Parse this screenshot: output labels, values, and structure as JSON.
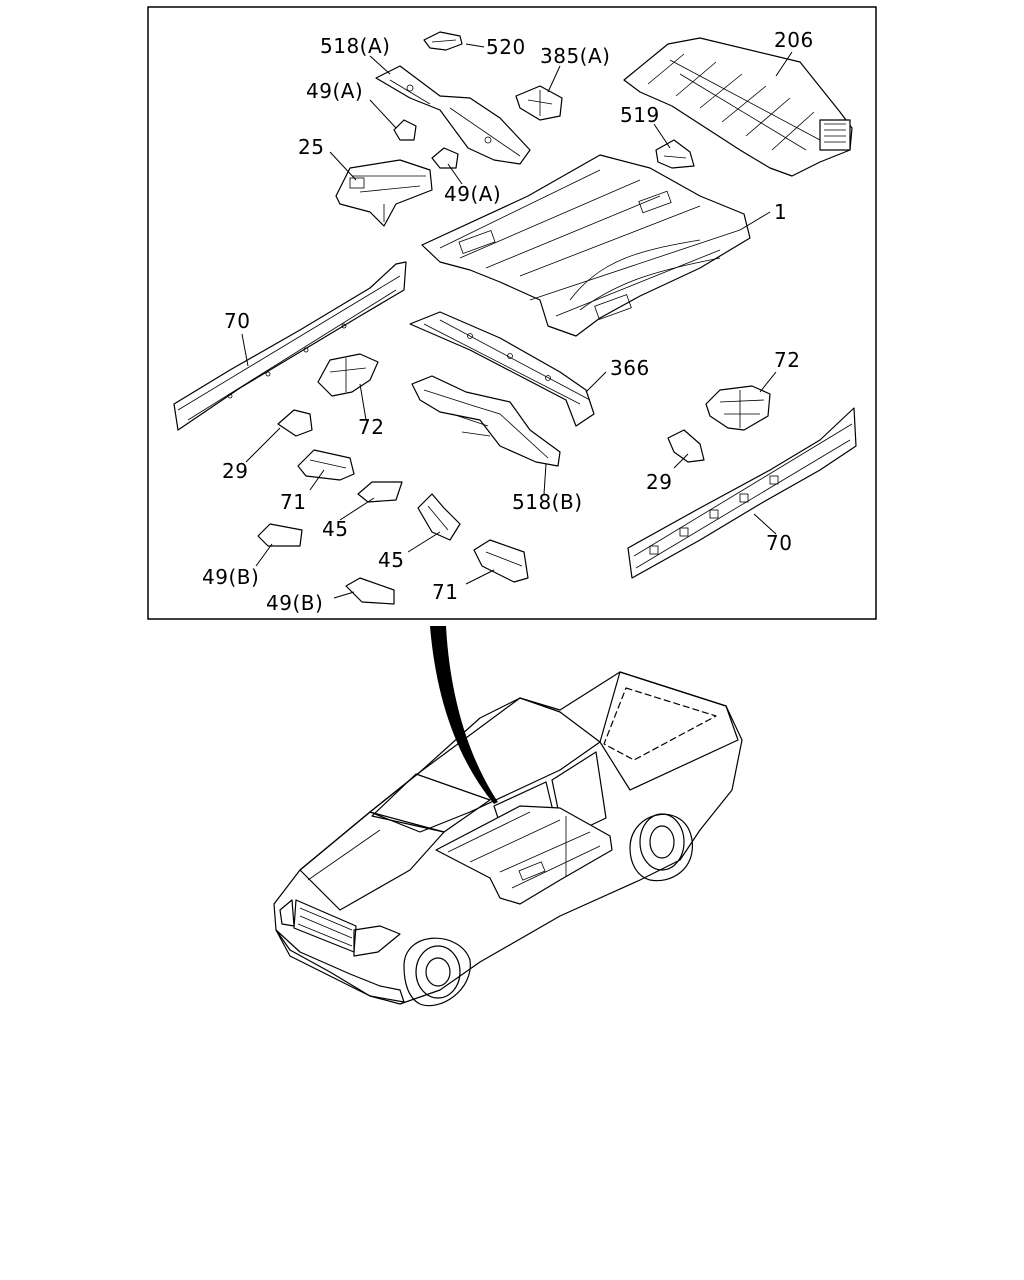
{
  "callouts": {
    "c518a": "518(A)",
    "c520": "520",
    "c385a": "385(A)",
    "c206": "206",
    "c49a_top": "49(A)",
    "c519": "519",
    "c25": "25",
    "c49a_mid": "49(A)",
    "c1": "1",
    "c70_left": "70",
    "c366": "366",
    "c72_left": "72",
    "c72_right": "72",
    "c29_left": "29",
    "c29_right": "29",
    "c71_left": "71",
    "c518b": "518(B)",
    "c45_left": "45",
    "c45_mid": "45",
    "c70_right": "70",
    "c49b_left": "49(B)",
    "c71_mid": "71",
    "c49b_bottom": "49(B)"
  },
  "icons": {
    "vehicle": "pickup-truck-icon",
    "pointer": "location-arrow-icon"
  }
}
